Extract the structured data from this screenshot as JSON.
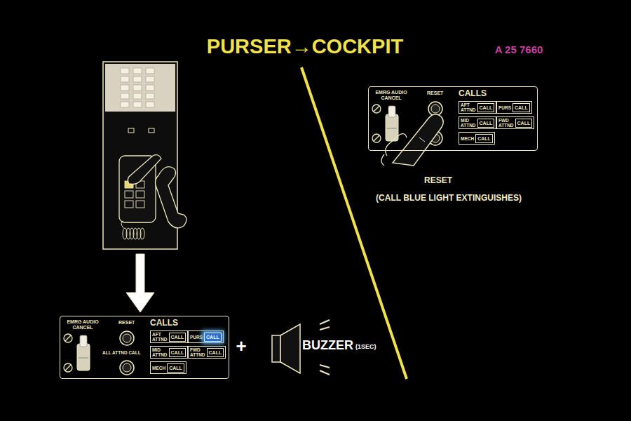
{
  "diagram": {
    "title": "PURSER→COCKPIT",
    "nodes": [
      {
        "text": [
          "EMRG AUDIO CANCEL",
          "RESET",
          "CALLS",
          "ALL ATTND CALL"
        ]
      },
      {
        "text": [
          "AFT ATTND",
          "CALL"
        ],
        "in": 0
      },
      {
        "text": [
          "PURS",
          "CALL"
        ],
        "in": 0
      },
      {
        "text": [
          "MID ATTND",
          "CALL"
        ],
        "in": 0
      },
      {
        "text": [
          "FWD ATTND",
          "CALL"
        ],
        "in": 0
      },
      {
        "text": [
          "MECH",
          "CALL"
        ],
        "in": 0
      },
      {
        "text": [
          "EMRG AUDIO CANCEL",
          "RESET",
          "CALLS"
        ]
      },
      {
        "text": [
          "AFT ATTND",
          "CALL"
        ],
        "in": 6
      },
      {
        "text": [
          "PURS",
          "CALL"
        ],
        "in": 6
      },
      {
        "text": [
          "MID ATTND",
          "CALL"
        ],
        "in": 6
      },
      {
        "text": [
          "FWD ATTND",
          "CALL"
        ],
        "in": 6
      },
      {
        "text": [
          "MECH",
          "CALL"
        ],
        "in": 6
      }
    ],
    "labels": [
      "A 25 7660",
      "RESET",
      "(CALL BLUE LIGHT EXTINGUISHES)",
      "+",
      "BUZZER",
      "(1SEC)"
    ]
  }
}
